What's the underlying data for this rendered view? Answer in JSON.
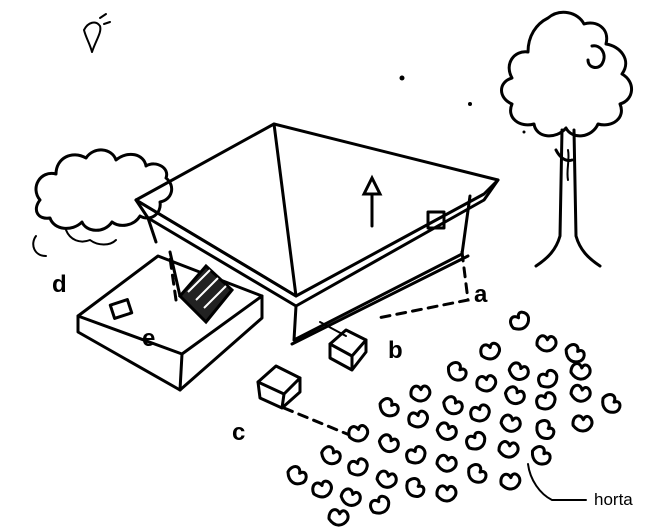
{
  "labels": {
    "a": "a",
    "b": "b",
    "c": "c",
    "d": "d",
    "e": "e",
    "horta": "horta"
  },
  "colors": {
    "ink": "#000000",
    "paper": "#ffffff"
  }
}
